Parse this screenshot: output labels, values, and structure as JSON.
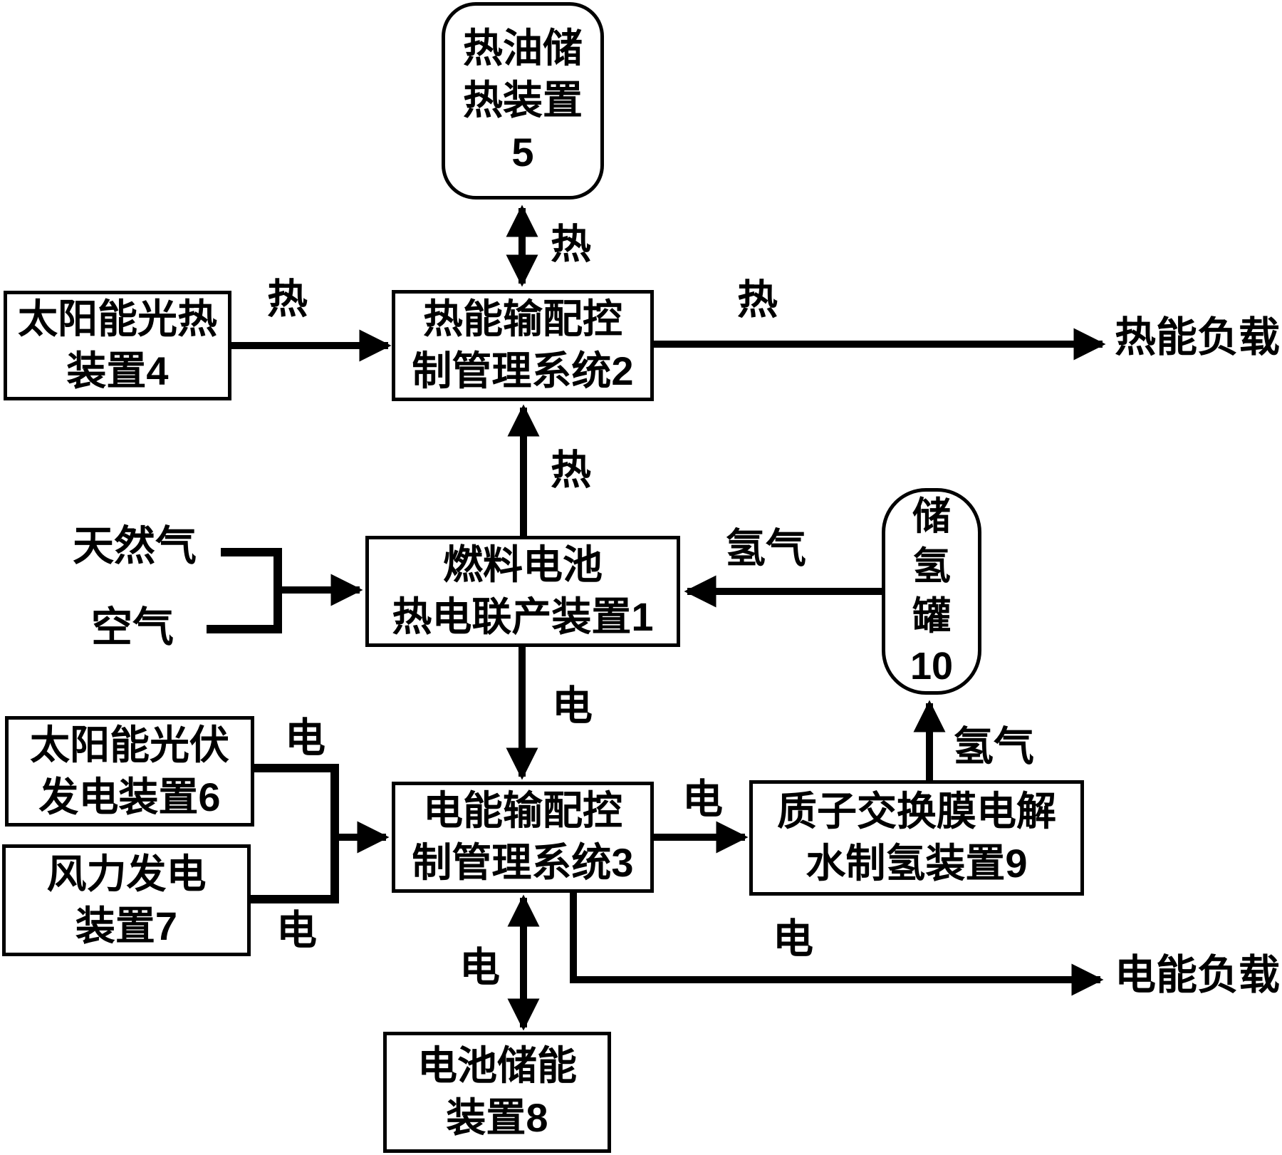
{
  "boxes": {
    "hot_oil_storage": {
      "lines": [
        "热油储",
        "热装置",
        "5"
      ]
    },
    "solar_thermal": {
      "lines": [
        "太阳能光热",
        "装置4"
      ]
    },
    "thermal_dispatch": {
      "lines": [
        "热能输配控",
        "制管理系统2"
      ]
    },
    "fuel_cell_chp": {
      "lines": [
        "燃料电池",
        "热电联产装置1"
      ]
    },
    "h2_tank": {
      "lines": [
        "储",
        "氢",
        "罐",
        "10"
      ]
    },
    "solar_pv": {
      "lines": [
        "太阳能光伏",
        "发电装置6"
      ]
    },
    "wind_power": {
      "lines": [
        "风力发电",
        "装置7"
      ]
    },
    "power_dispatch": {
      "lines": [
        "电能输配控",
        "制管理系统3"
      ]
    },
    "pem_electrolyzer": {
      "lines": [
        "质子交换膜电解",
        "水制氢装置9"
      ]
    },
    "battery_storage": {
      "lines": [
        "电池储能",
        "装置8"
      ]
    }
  },
  "inputs": {
    "natural_gas": "天然气",
    "air": "空气"
  },
  "loads": {
    "thermal": "热能负载",
    "electric": "电能负载"
  },
  "flow_labels": {
    "heat_solar_to_thermal": "热",
    "heat_oil_storage": "热",
    "heat_to_load": "热",
    "heat_fc_to_thermal": "热",
    "h2_tank_to_fc": "氢气",
    "h2_pem_to_tank": "氢气",
    "elec_pv": "电",
    "elec_wind": "电",
    "elec_fc_to_power": "电",
    "elec_to_pem": "电",
    "elec_battery": "电",
    "elec_to_load": "电"
  },
  "colors": {
    "line": "#000000",
    "background": "#ffffff",
    "text": "#000000"
  }
}
